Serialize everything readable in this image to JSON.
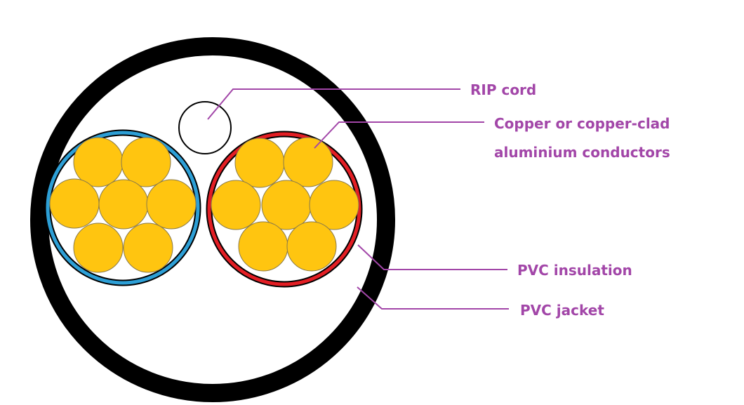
{
  "colors": {
    "background": "#ffffff",
    "jacket": "#000000",
    "conductor": "#ffc510",
    "conductor_outline": "#8a7a4a",
    "insulation_left": "#2d9fd6",
    "insulation_right": "#e31e24",
    "rip_cord": "#ffffff",
    "callout": "#a246a8"
  },
  "labels": {
    "rip_cord": "RIP cord",
    "conductors_line1": "Copper or copper-clad",
    "conductors_line2": "aluminium conductors",
    "insulation": "PVC insulation",
    "jacket": "PVC jacket"
  }
}
